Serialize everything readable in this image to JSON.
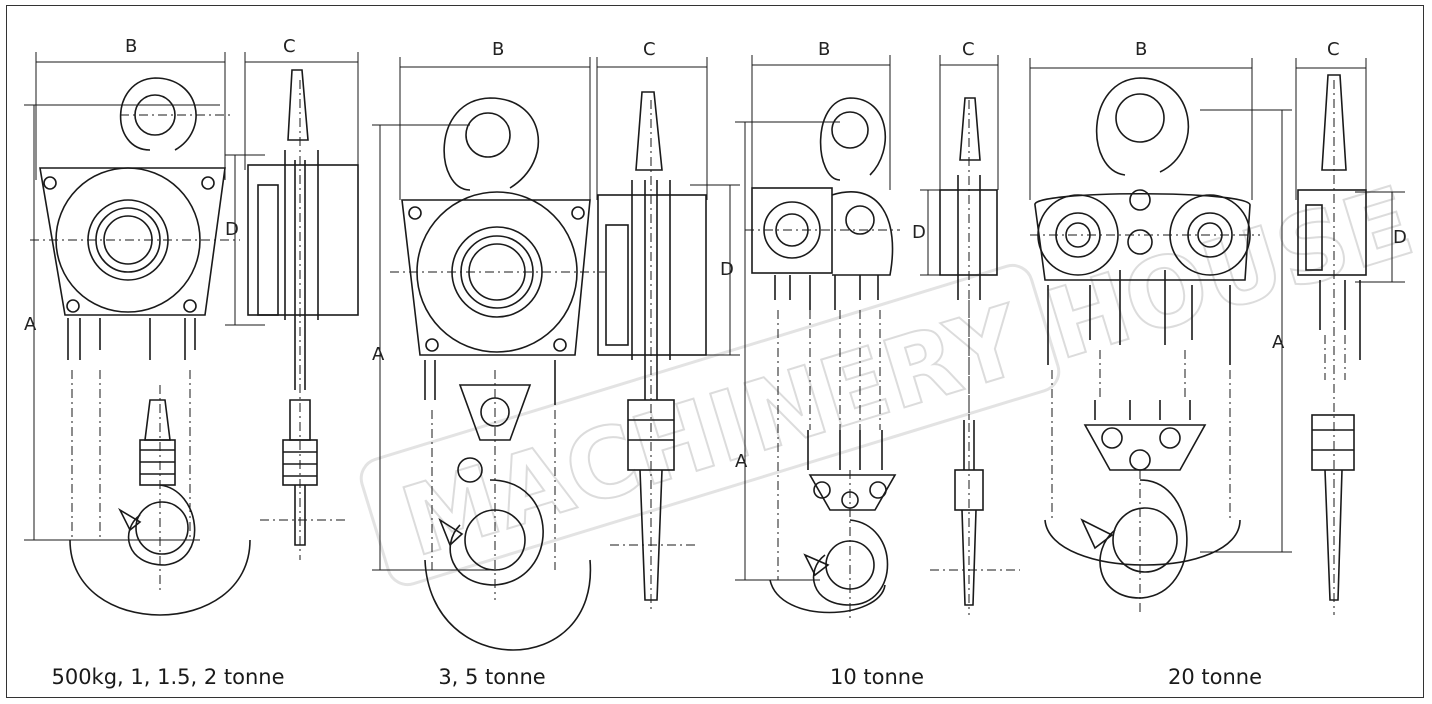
{
  "captions": {
    "small": "500kg, 1, 1.5, 2 tonne",
    "medium": "3, 5 tonne",
    "ten": "10 tonne",
    "twenty": "20 tonne"
  },
  "dimension_labels": {
    "a": "A",
    "b": "B",
    "c": "C",
    "d": "D"
  },
  "watermark": "MACHINERY HOUSE"
}
